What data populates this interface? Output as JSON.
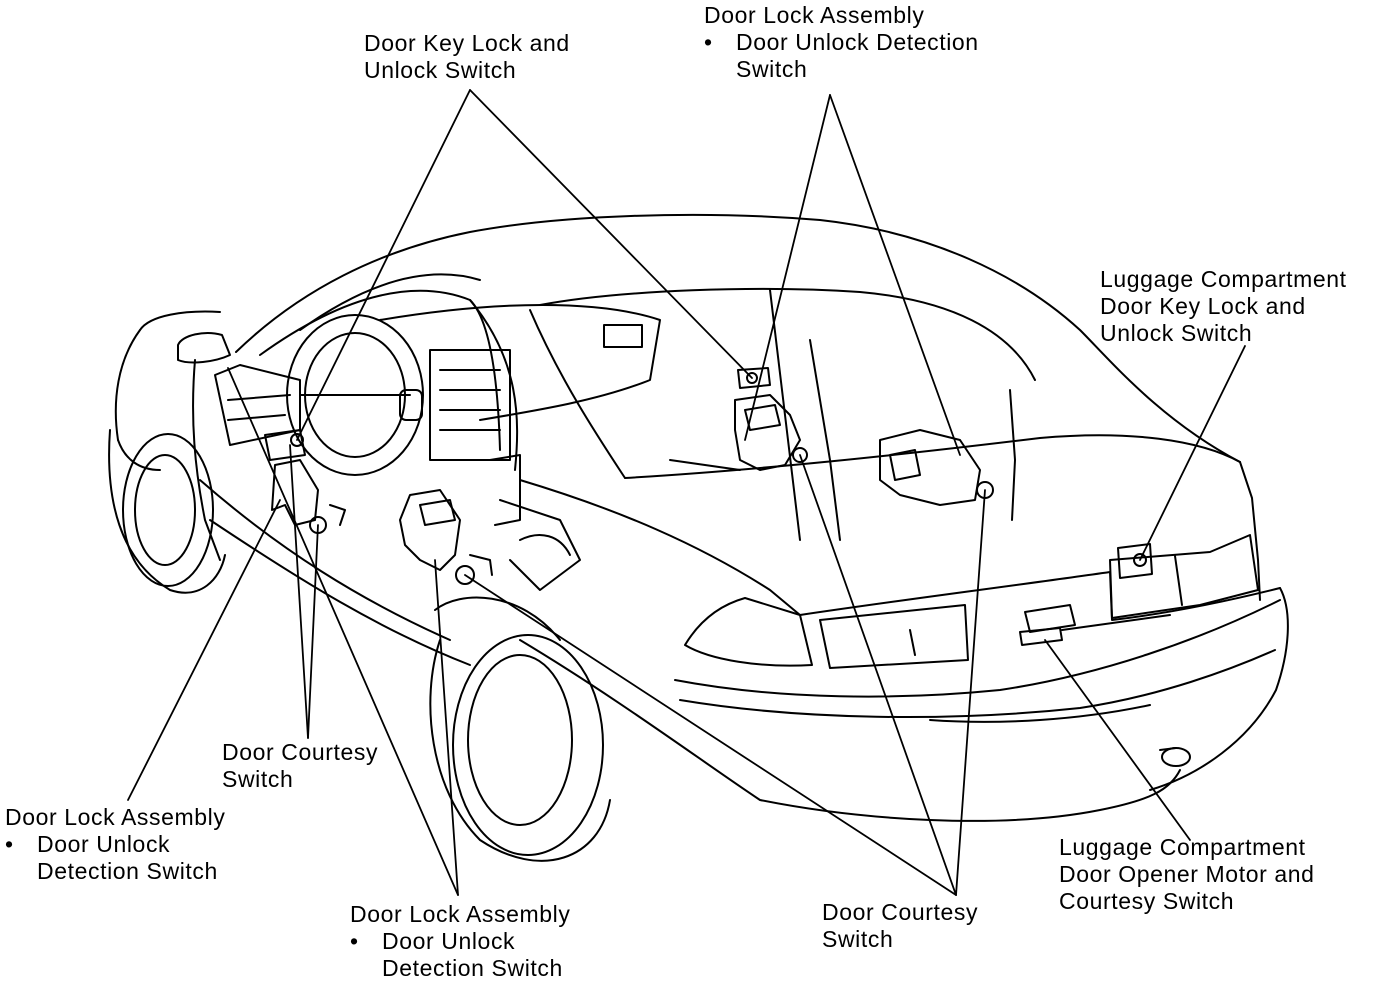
{
  "labels": {
    "key_switch_front": {
      "line1": "Door Key Lock and",
      "line2": "Unlock Switch"
    },
    "lock_assy_rear_top": {
      "line1": "Door Lock Assembly",
      "bullet": "Door Unlock Detection",
      "line3": "Switch"
    },
    "luggage_key_switch": {
      "line1": "Luggage Compartment",
      "line2": "Door Key Lock and",
      "line3": "Unlock Switch"
    },
    "courtesy_front": {
      "line1": "Door Courtesy",
      "line2": "Switch"
    },
    "lock_assy_front": {
      "line1": "Door Lock Assembly",
      "bullet": "Door Unlock",
      "line3": "Detection Switch"
    },
    "lock_assy_rear_bottom": {
      "line1": "Door Lock Assembly",
      "bullet": "Door Unlock",
      "line3": "Detection Switch"
    },
    "courtesy_rear": {
      "line1": "Door Courtesy",
      "line2": "Switch"
    },
    "luggage_opener": {
      "line1": "Luggage Compartment",
      "line2": "Door Opener Motor and",
      "line3": "Courtesy Switch"
    }
  }
}
